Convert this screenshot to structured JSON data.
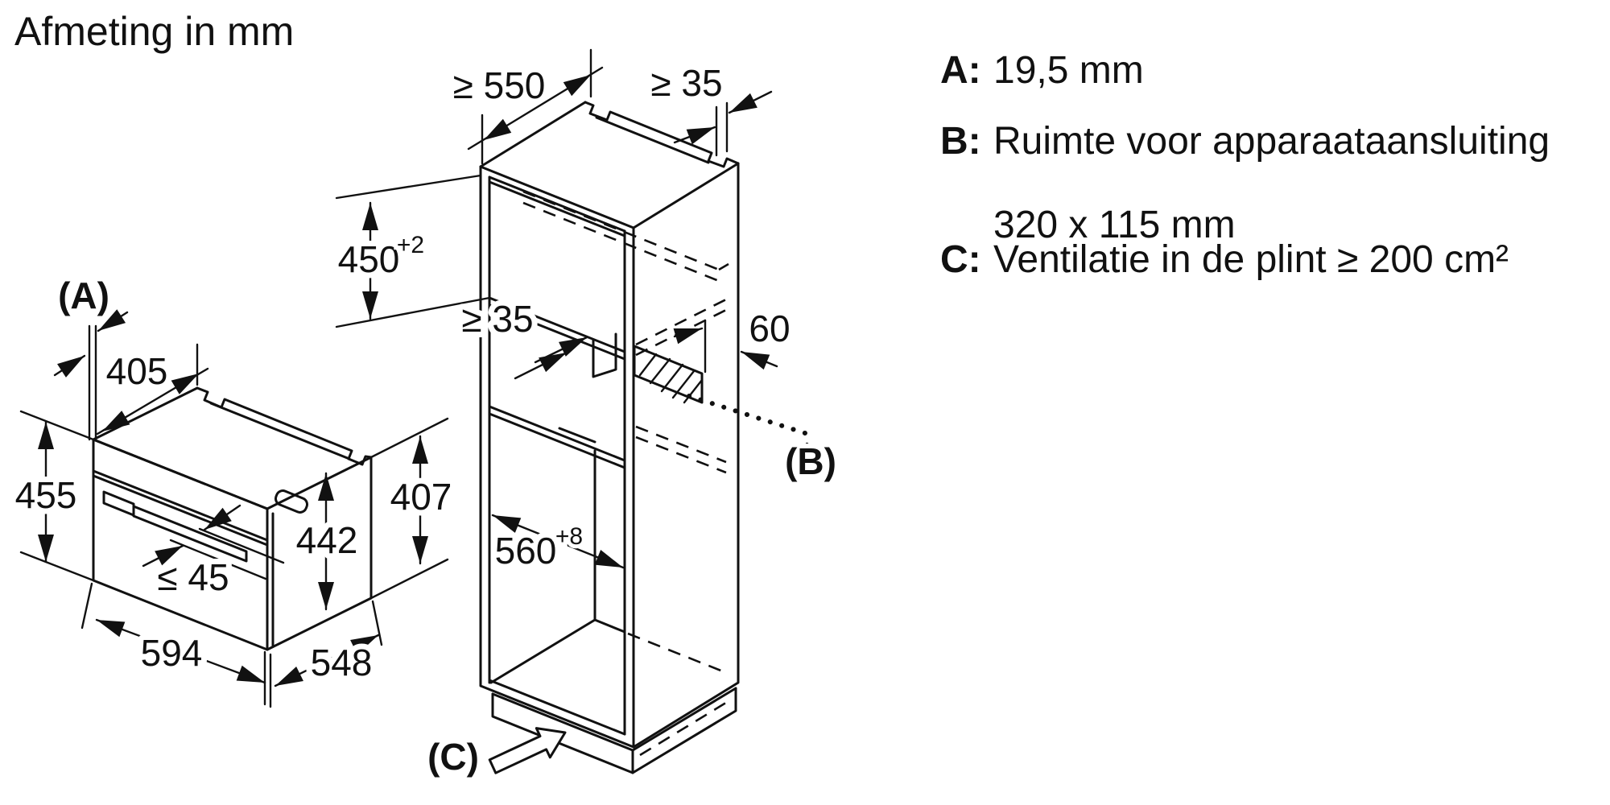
{
  "title": "Afmeting in mm",
  "legend": {
    "items": [
      {
        "key": "A:",
        "text": "19,5 mm",
        "text2": ""
      },
      {
        "key": "B:",
        "text": "Ruimte voor apparaataansluiting",
        "text2": "320 x 115 mm"
      },
      {
        "key": "C:",
        "text": "Ventilatie in de plint ≥ 200 cm²",
        "text2": ""
      }
    ]
  },
  "oven": {
    "callout_a": "(A)",
    "dims": {
      "top_depth": "405",
      "height": "455",
      "inner_height": "442",
      "rear_height": "407",
      "handle_depth": "≤ 45",
      "width": "594",
      "depth": "548"
    }
  },
  "cabinet": {
    "callout_b": "(B)",
    "callout_c": "(C)",
    "dims": {
      "min_depth": "≥ 550",
      "top_rear_gap": "≥ 35",
      "niche_height": {
        "value": "450",
        "sup": "+2"
      },
      "shelf_rear_gap": "≥ 35",
      "connection_offset": "60",
      "niche_width": {
        "value": "560",
        "sup": "+8"
      }
    }
  },
  "colors": {
    "line": "#111111",
    "background": "#ffffff"
  }
}
